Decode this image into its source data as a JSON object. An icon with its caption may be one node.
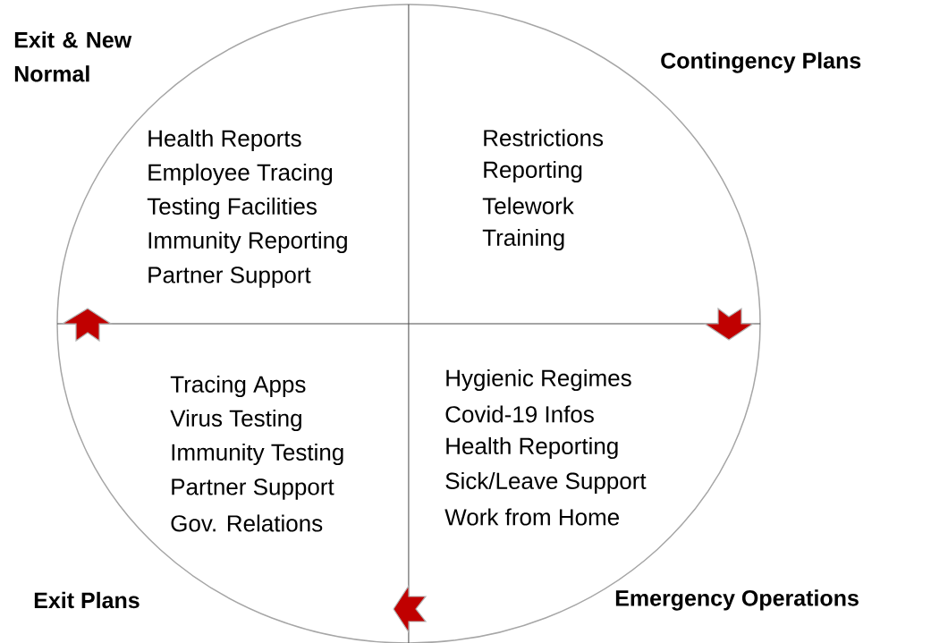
{
  "diagram": {
    "labels": [
      "Exit & New Normal",
      "Contingency Plans",
      "Health Reports",
      "Employee Tracing",
      "Testing Facilities",
      "Immunity Reporting",
      "Partner Support",
      "Restrictions",
      "Reporting",
      "Telework",
      "Training",
      "Tracing Apps",
      "Virus Testing",
      "Immunity Testing",
      "Partner Support",
      "Gov. Relations",
      "Hygienic Regimes",
      "Covid-19 Infos",
      "Health Reporting",
      "Sick/Leave Support",
      "Work from Home",
      "Exit Plans",
      "Emergency Operations"
    ]
  }
}
